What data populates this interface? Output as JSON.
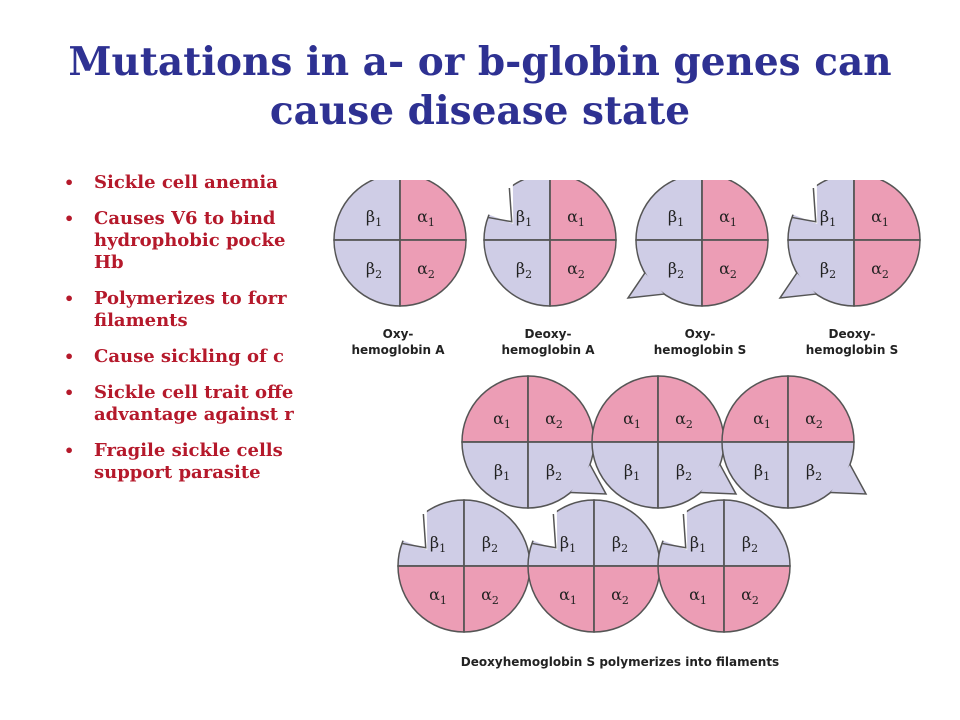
{
  "title": {
    "line1": "Mutations in a- or b-globin genes can",
    "line2": "cause disease state"
  },
  "bullets": [
    {
      "lines": [
        "Sickle cell anemia"
      ]
    },
    {
      "lines": [
        "Causes V6 to bind",
        "hydrophobic pocke",
        "Hb"
      ]
    },
    {
      "lines": [
        "Polymerizes to forr",
        "filaments"
      ]
    },
    {
      "lines": [
        "Cause sickling of c"
      ]
    },
    {
      "lines": [
        "Sickle cell trait offe",
        "advantage against r"
      ]
    },
    {
      "lines": [
        "Fragile sickle cells",
        "support parasite"
      ]
    }
  ],
  "bullet_glyph": "•",
  "figure": {
    "colors": {
      "alpha": "#ec9db5",
      "beta": "#cfcde6",
      "stroke": "#555555"
    },
    "subunits": {
      "alpha1": {
        "base": "α",
        "sub": "1"
      },
      "alpha2": {
        "base": "α",
        "sub": "2"
      },
      "beta1": {
        "base": "β",
        "sub": "1"
      },
      "beta2": {
        "base": "β",
        "sub": "2"
      }
    },
    "molecules": [
      {
        "caption": [
          "Oxy-",
          "hemoglobin A"
        ],
        "notch": false,
        "protrusion": false
      },
      {
        "caption": [
          "Deoxy-",
          "hemoglobin A"
        ],
        "notch": true,
        "protrusion": false
      },
      {
        "caption": [
          "Oxy-",
          "hemoglobin S"
        ],
        "notch": false,
        "protrusion": true
      },
      {
        "caption": [
          "Deoxy-",
          "hemoglobin S"
        ],
        "notch": true,
        "protrusion": true
      }
    ],
    "polymer_caption": "Deoxyhemoglobin S polymerizes into filaments"
  }
}
